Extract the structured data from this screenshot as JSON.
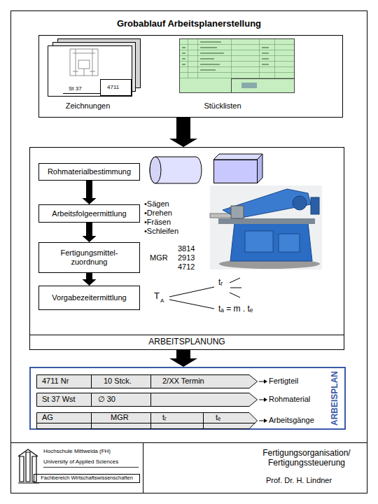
{
  "diagram": {
    "title": "Grobablauf Arbeitsplanerstellung",
    "nodes": [
      {
        "text": [
          "Zeichnungen",
          "Stücklisten"
        ]
      },
      {
        "text": [
          "ARBEITSPLANUNG"
        ]
      },
      {
        "text": [
          "Rohmaterialbestimmung"
        ],
        "in": 1
      },
      {
        "text": [
          "Arbeitsfolgeermittlung"
        ],
        "in": 1
      },
      {
        "text": [
          "Fertigungsmittel- zuordnung"
        ],
        "in": 1
      },
      {
        "text": [
          "Vorgabezeitermittlung"
        ],
        "in": 1
      },
      {
        "text": [
          "ARBEISPLAN"
        ]
      },
      {
        "text": [
          "4711 Nr",
          "10 Stck.",
          "2/XX Termin"
        ],
        "in": 6
      },
      {
        "text": [
          "St 37 Wst",
          "∅ 30"
        ],
        "in": 6
      },
      {
        "text": [
          "AG",
          "MGR",
          "tᵣ",
          "tₑ"
        ],
        "in": 6
      },
      {
        "text": [
          "Hochschule Mittweida (FH)",
          "University of Applied Sciences",
          "Fachbereich Wirtschaftswissenschaften"
        ]
      },
      {
        "text": [
          "Fertigungsorganisation/ Fertigungssteuerung",
          "Prof. Dr. H. Lindner"
        ]
      }
    ],
    "edges": [
      {
        "from": 0,
        "to": 1,
        "arrow": "to"
      },
      {
        "from": 2,
        "to": 3,
        "arrow": "to"
      },
      {
        "from": 3,
        "to": 4,
        "arrow": "to"
      },
      {
        "from": 4,
        "to": 5,
        "arrow": "to"
      },
      {
        "from": 1,
        "to": 6,
        "arrow": "to"
      }
    ],
    "labels": [
      "St 37",
      "4711",
      "•Sägen",
      "•Drehen",
      "•Fräsen",
      "•Schleifen",
      "MGR",
      "3814",
      "2913",
      "4712",
      "T",
      "A",
      "tᵣ",
      "tₐ = m . tₑ",
      "Fertigteil",
      "Rohmaterial",
      "Arbeitsgänge"
    ]
  }
}
